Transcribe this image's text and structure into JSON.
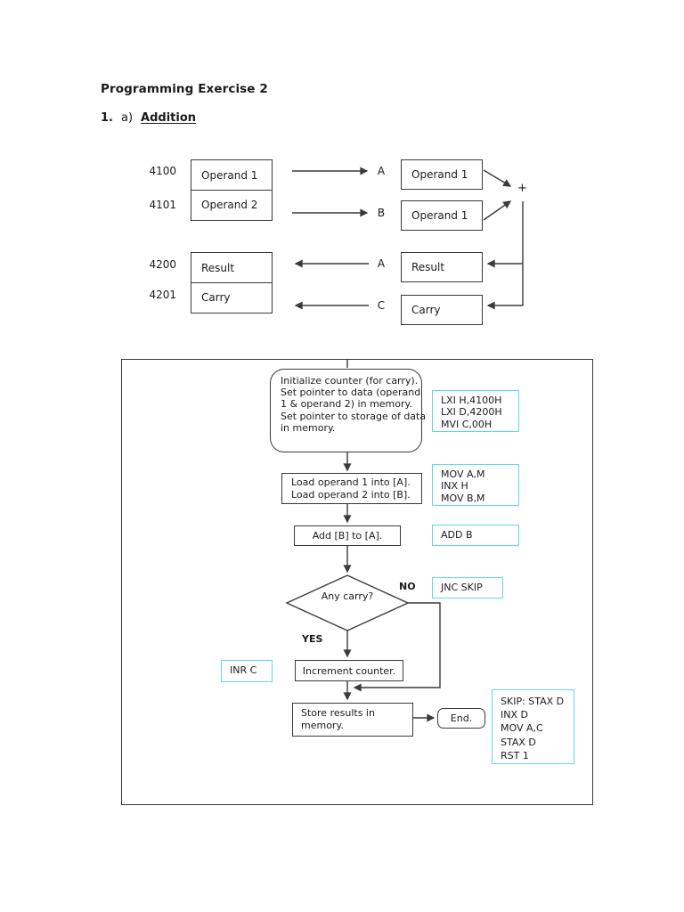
{
  "header": {
    "title": "Programming Exercise 2",
    "item_number": "1.",
    "item_letter": "a)",
    "item_title": "Addition"
  },
  "memory": {
    "addresses": [
      "4100",
      "4101",
      "4200",
      "4201"
    ],
    "cells_left": [
      "Operand 1",
      "Operand 2",
      "Result",
      "Carry"
    ],
    "registers": [
      "A",
      "B",
      "A",
      "C"
    ],
    "cells_right": [
      "Operand 1",
      "Operand 1",
      "Result",
      "Carry"
    ],
    "plus": "+"
  },
  "flow": {
    "init_lines": [
      "Initialize counter (for carry).",
      "Set pointer to data (operand",
      "1 & operand 2) in memory.",
      "Set pointer to storage of data",
      "in memory."
    ],
    "code_init": [
      "LXI H,4100H",
      "LXI D,4200H",
      "MVI C,00H"
    ],
    "load_lines": [
      "Load operand 1 into [A].",
      "Load operand 2 into [B]."
    ],
    "code_load": [
      "MOV A,M",
      "INX H",
      "MOV B,M"
    ],
    "add_label": "Add [B] to [A].",
    "code_add": "ADD B",
    "decision_label": "Any carry?",
    "no_label": "NO",
    "code_no": "JNC SKIP",
    "yes_label": "YES",
    "code_yes": "INR C",
    "increment_label": "Increment counter.",
    "store_lines": [
      "Store results in",
      "memory."
    ],
    "end_label": "End.",
    "code_skip": [
      "SKIP: STAX D",
      "INX D",
      "MOV A,C",
      "STAX D",
      "RST 1"
    ]
  },
  "colors": {
    "accent": "#60d8e8",
    "line": "#3a3a3a",
    "text": "#1b1b1b"
  }
}
